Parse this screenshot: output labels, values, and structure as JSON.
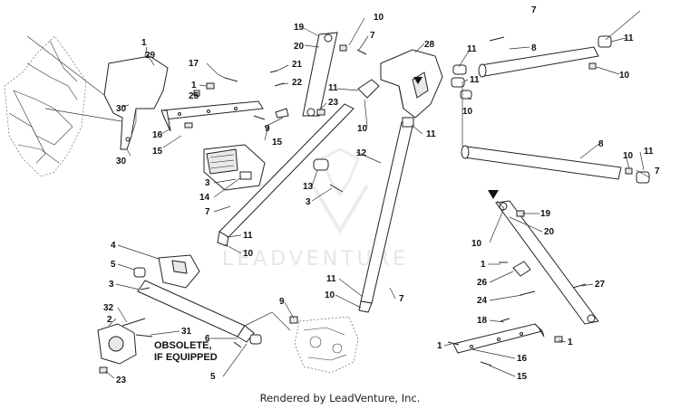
{
  "callouts": [
    {
      "label": "1"
    },
    {
      "label": "29"
    },
    {
      "label": "30"
    },
    {
      "label": "30"
    },
    {
      "label": "17"
    },
    {
      "label": "1"
    },
    {
      "label": "25"
    },
    {
      "label": "16"
    },
    {
      "label": "15"
    },
    {
      "label": "9"
    },
    {
      "label": "15"
    },
    {
      "label": "19"
    },
    {
      "label": "20"
    },
    {
      "label": "10"
    },
    {
      "label": "7"
    },
    {
      "label": "21"
    },
    {
      "label": "22"
    },
    {
      "label": "23"
    },
    {
      "label": "11"
    },
    {
      "label": "10"
    },
    {
      "label": "28"
    },
    {
      "label": "11"
    },
    {
      "label": "11"
    },
    {
      "label": "10"
    },
    {
      "label": "7"
    },
    {
      "label": "8"
    },
    {
      "label": "11"
    },
    {
      "label": "10"
    },
    {
      "label": "11"
    },
    {
      "label": "12"
    },
    {
      "label": "8"
    },
    {
      "label": "10"
    },
    {
      "label": "11"
    },
    {
      "label": "7"
    },
    {
      "label": "3"
    },
    {
      "label": "14"
    },
    {
      "label": "7"
    },
    {
      "label": "13"
    },
    {
      "label": "3"
    },
    {
      "label": "11"
    },
    {
      "label": "10"
    },
    {
      "label": "19"
    },
    {
      "label": "20"
    },
    {
      "label": "10"
    },
    {
      "label": "4"
    },
    {
      "label": "5"
    },
    {
      "label": "3"
    },
    {
      "label": "32"
    },
    {
      "label": "2"
    },
    {
      "label": "31"
    },
    {
      "label": "6"
    },
    {
      "label": "5"
    },
    {
      "label": "23"
    },
    {
      "label": "9"
    },
    {
      "label": "11"
    },
    {
      "label": "10"
    },
    {
      "label": "7"
    },
    {
      "label": "1"
    },
    {
      "label": "26"
    },
    {
      "label": "27"
    },
    {
      "label": "24"
    },
    {
      "label": "18"
    },
    {
      "label": "1"
    },
    {
      "label": "1"
    },
    {
      "label": "16"
    },
    {
      "label": "15"
    }
  ],
  "note": {
    "line1": "OBSOLETE,",
    "line2": "IF EQUIPPED"
  },
  "watermark": "LEADVENTURE",
  "footer": "Rendered by LeadVenture, Inc."
}
